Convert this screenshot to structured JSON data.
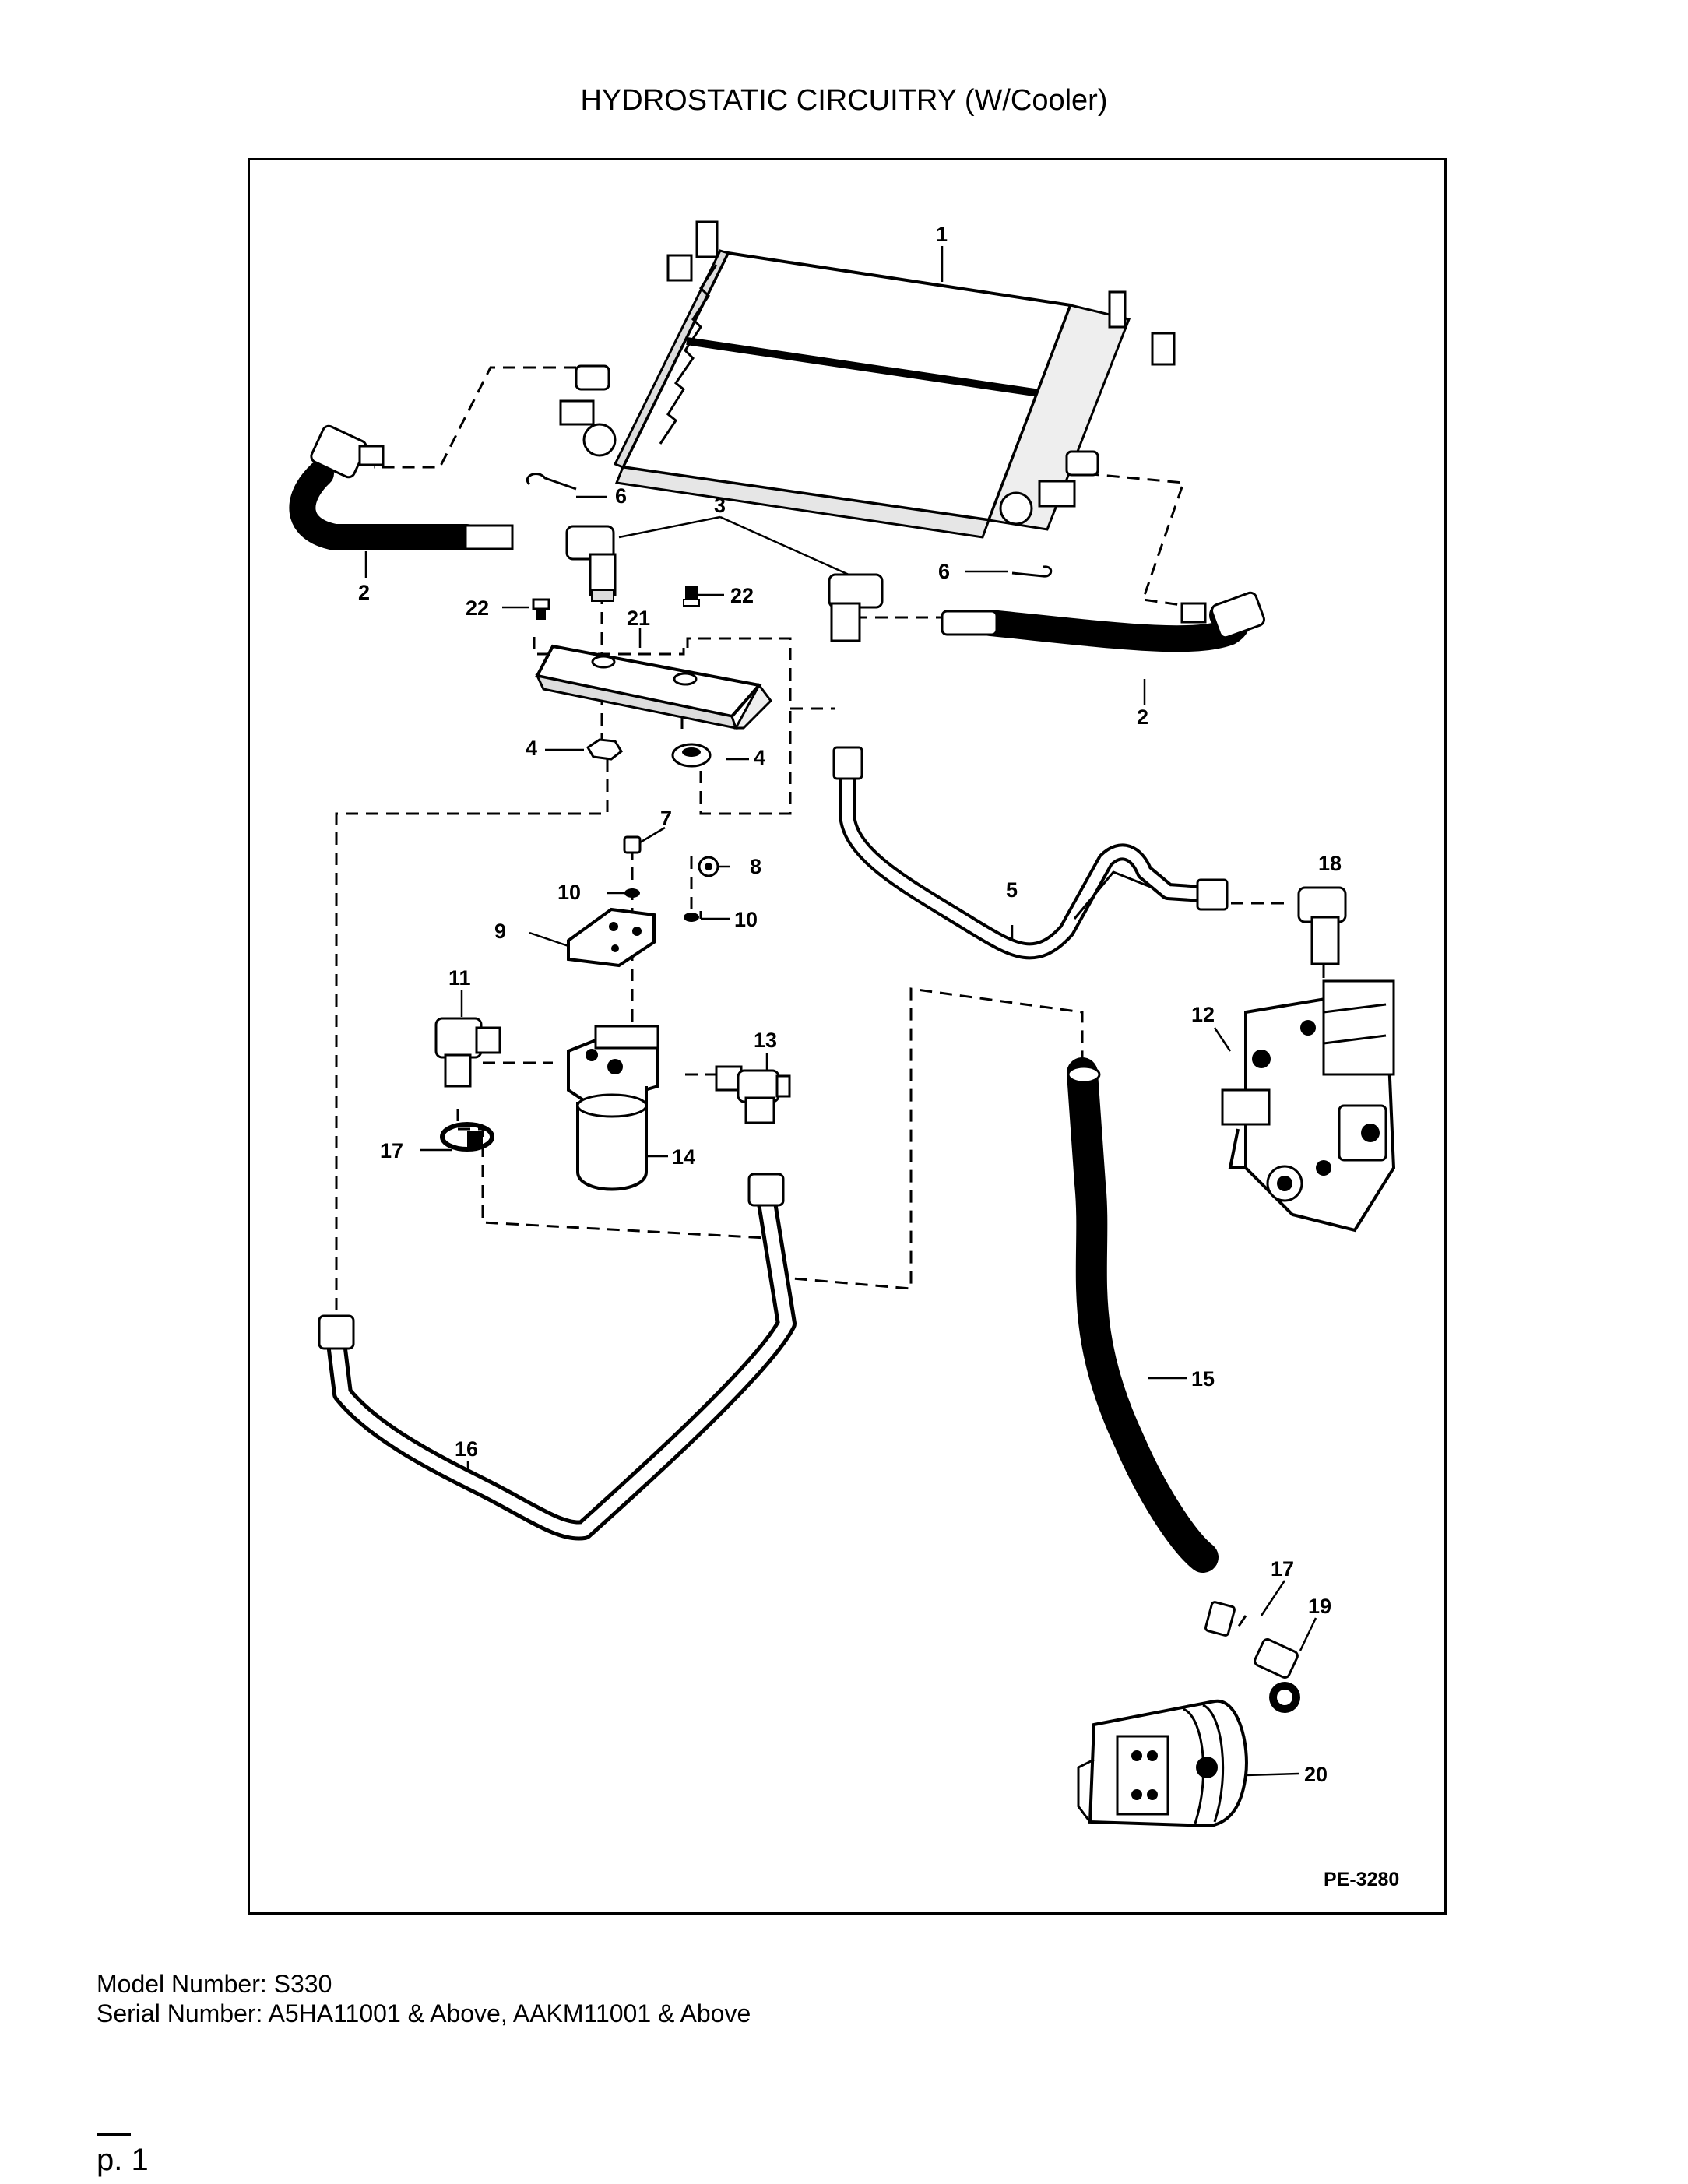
{
  "title": "HYDROSTATIC CIRCUITRY (W/Cooler)",
  "drawing_id": "PE-3280",
  "model_number": "Model Number: S330",
  "serial_number": "Serial Number: A5HA11001 & Above, AAKM11001 & Above",
  "page_number": "p. 1",
  "callouts": {
    "c1": "1",
    "c2a": "2",
    "c2b": "2",
    "c3": "3",
    "c4a": "4",
    "c4b": "4",
    "c5": "5",
    "c6a": "6",
    "c6b": "6",
    "c7": "7",
    "c8": "8",
    "c9": "9",
    "c10a": "10",
    "c10b": "10",
    "c11": "11",
    "c12": "12",
    "c13": "13",
    "c14": "14",
    "c15": "15",
    "c16": "16",
    "c17a": "17",
    "c17b": "17",
    "c18": "18",
    "c19": "19",
    "c20": "20",
    "c21": "21",
    "c22a": "22",
    "c22b": "22"
  }
}
